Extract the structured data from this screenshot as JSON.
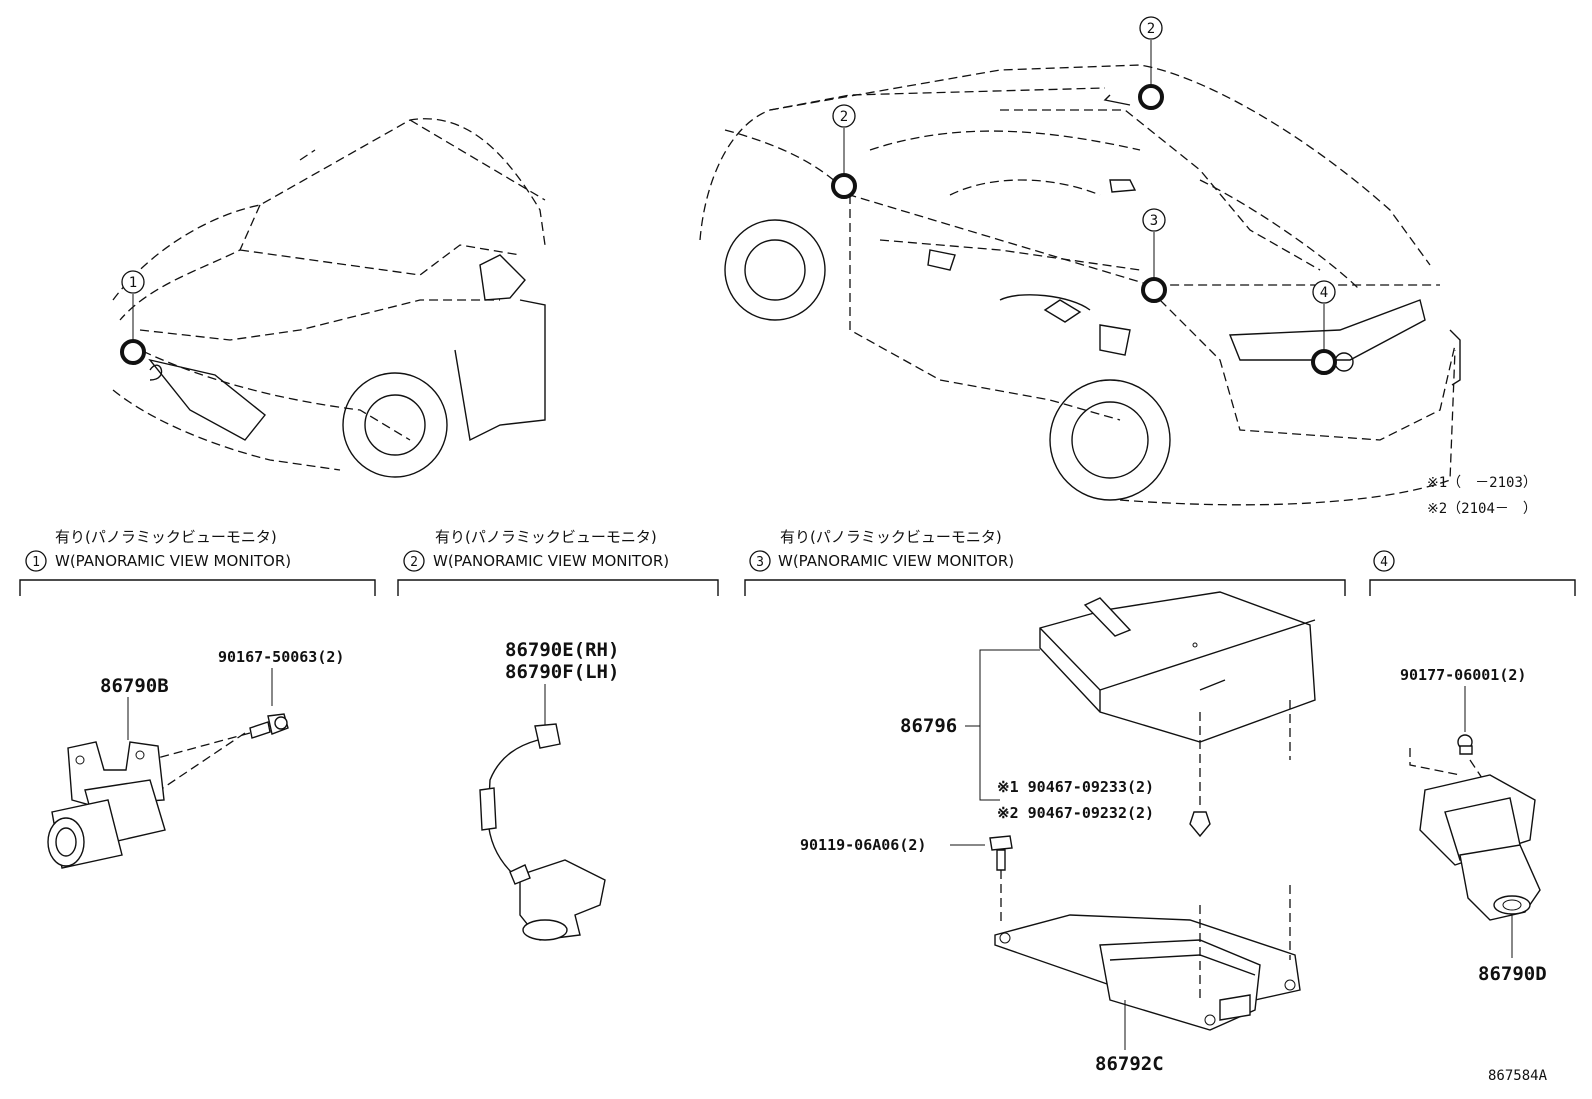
{
  "notes": {
    "note1": "※1（　－2103）",
    "note2": "※2（2104－　）"
  },
  "sections": [
    {
      "num": "1",
      "jp": "有り(パノラミックビューモニタ)",
      "en": "W(PANORAMIC VIEW MONITOR)"
    },
    {
      "num": "2",
      "jp": "有り(パノラミックビューモニタ)",
      "en": "W(PANORAMIC VIEW MONITOR)"
    },
    {
      "num": "3",
      "jp": "有り(パノラミックビューモニタ)",
      "en": "W(PANORAMIC VIEW MONITOR)"
    },
    {
      "num": "4",
      "jp": "",
      "en": ""
    }
  ],
  "callouts": {
    "front": "1",
    "left_mirror": "2",
    "right_mirror": "2",
    "ecu": "3",
    "rear": "4"
  },
  "parts": {
    "p86790B": "86790B",
    "p90167": "90167-50063(2)",
    "p86790E": "86790E(RH)",
    "p86790F": "86790F(LH)",
    "p86796": "86796",
    "p90467a": "※1 90467-09233(2)",
    "p90467b": "※2 90467-09232(2)",
    "p90119": "90119-06A06(2)",
    "p86792C": "86792C",
    "p90177": "90177-06001(2)",
    "p86790D": "86790D"
  },
  "diagram_id": "867584A",
  "icons": [
    "circled-number-icon",
    "camera-icon",
    "screw-icon",
    "ecu-icon",
    "car-outline-icon"
  ]
}
